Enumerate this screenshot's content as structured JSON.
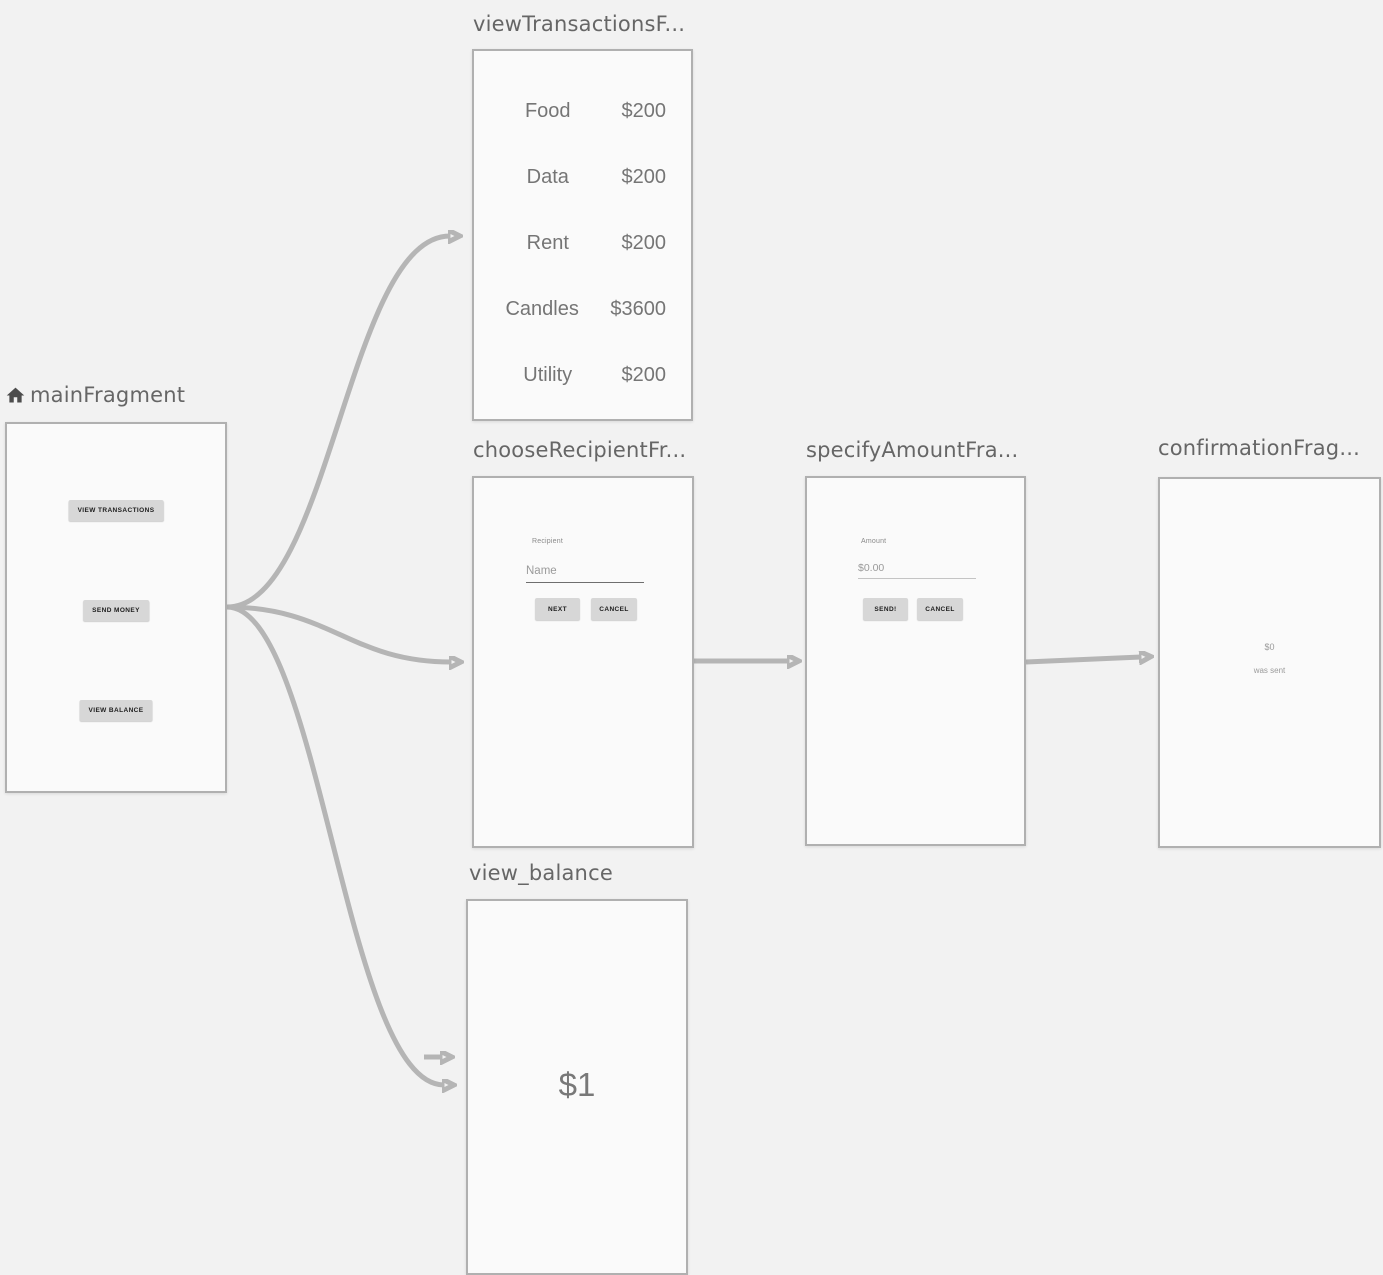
{
  "colors": {
    "canvas-bg": "#f2f2f2",
    "panel-bg": "#fafafa",
    "panel-border": "#b0b0b0",
    "arrow": "#b5b5b5",
    "title-text": "#666666",
    "preview-text": "#757575",
    "button-bg": "#d7d7d7",
    "hint-text": "#9a9a9a"
  },
  "fragments": {
    "main": {
      "title": "mainFragment",
      "home_icon": "home-icon",
      "buttons": {
        "view_transactions": "VIEW TRANSACTIONS",
        "send_money": "SEND MONEY",
        "view_balance": "VIEW BALANCE"
      }
    },
    "view_transactions": {
      "title": "viewTransactionsF...",
      "rows": [
        {
          "label": "Food",
          "amount": "$200"
        },
        {
          "label": "Data",
          "amount": "$200"
        },
        {
          "label": "Rent",
          "amount": "$200"
        },
        {
          "label": "Candles",
          "amount": "$3600"
        },
        {
          "label": "Utility",
          "amount": "$200"
        }
      ]
    },
    "choose_recipient": {
      "title": "chooseRecipientFr...",
      "field_label": "Recipient",
      "field_hint": "Name",
      "buttons": {
        "next": "NEXT",
        "cancel": "CANCEL"
      }
    },
    "specify_amount": {
      "title": "specifyAmountFra...",
      "field_label": "Amount",
      "field_hint": "$0.00",
      "buttons": {
        "send": "SEND!",
        "cancel": "CANCEL"
      }
    },
    "confirmation": {
      "title": "confirmationFrag...",
      "amount": "$0",
      "message": "was sent"
    },
    "view_balance": {
      "title": "view_balance",
      "balance": "$1"
    }
  }
}
